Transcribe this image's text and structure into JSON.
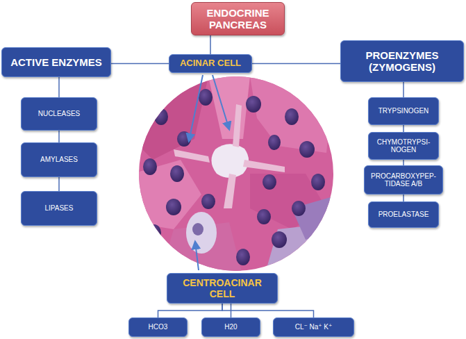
{
  "diagram": {
    "nodes": [
      {
        "text": [
          "ENDOCRINE PANCREAS"
        ]
      },
      {
        "text": [
          "ACTIVE ENZYMES"
        ]
      },
      {
        "text": [
          "ACINAR CELL"
        ]
      },
      {
        "text": [
          "PROENZYMES (ZYMOGENS)"
        ]
      },
      {
        "text": [
          "NUCLEASES"
        ]
      },
      {
        "text": [
          "AMYLASES"
        ]
      },
      {
        "text": [
          "LIPASES"
        ]
      },
      {
        "text": [
          "TRYPSINOGEN"
        ]
      },
      {
        "text": [
          "CHYMOTRYPSI- NOGEN"
        ]
      },
      {
        "text": [
          "PROCARBOXYPEP- TIDASE A/B"
        ]
      },
      {
        "text": [
          "PROELASTASE"
        ]
      },
      {
        "text": [
          "CENTROACINAR CELL"
        ]
      },
      {
        "text": [
          "HCO3"
        ]
      },
      {
        "text": [
          "H20"
        ]
      },
      {
        "text": [
          "CL⁻ Na⁺ K⁺"
        ]
      }
    ],
    "edges": [
      {
        "from": 0,
        "to": 2,
        "arrow": "none"
      },
      {
        "from": 1,
        "to": 2,
        "arrow": "none"
      },
      {
        "from": 2,
        "to": 3,
        "arrow": "none"
      },
      {
        "from": 1,
        "to": 4,
        "arrow": "none"
      },
      {
        "from": 4,
        "to": 5,
        "arrow": "none"
      },
      {
        "from": 5,
        "to": 6,
        "arrow": "none"
      },
      {
        "from": 3,
        "to": 7,
        "arrow": "none"
      },
      {
        "from": 7,
        "to": 8,
        "arrow": "none"
      },
      {
        "from": 8,
        "to": 9,
        "arrow": "none"
      },
      {
        "from": 9,
        "to": 10,
        "arrow": "none"
      },
      {
        "from": 11,
        "to": 12,
        "arrow": "none"
      },
      {
        "from": 11,
        "to": 13,
        "arrow": "none"
      },
      {
        "from": 11,
        "to": 14,
        "arrow": "none"
      }
    ]
  }
}
